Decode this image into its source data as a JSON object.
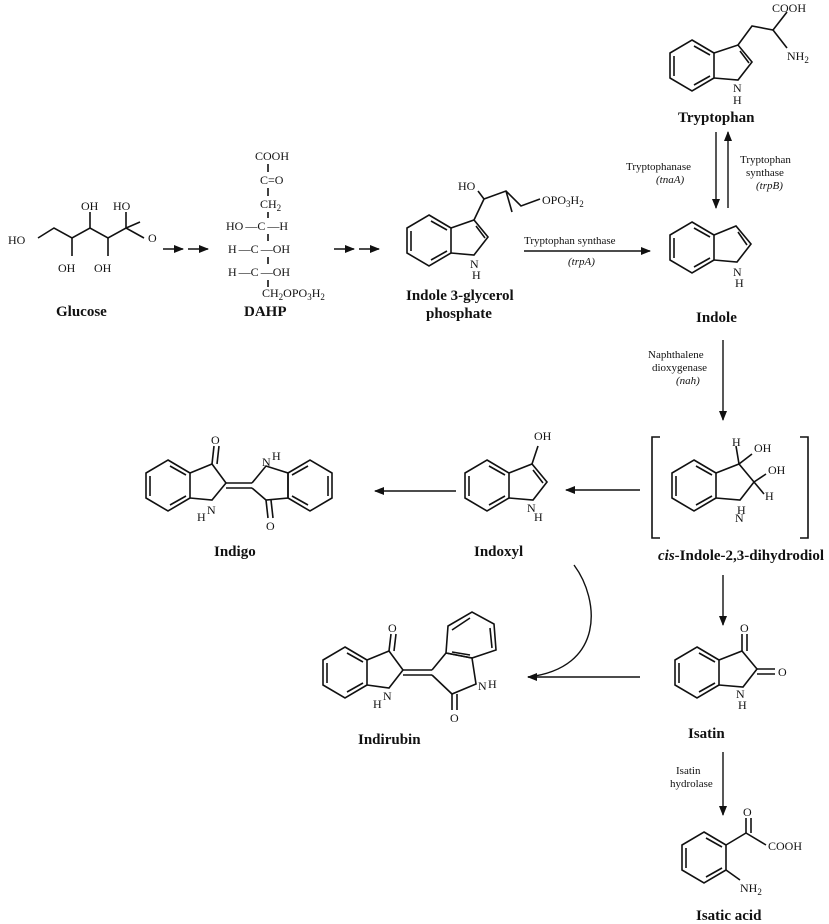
{
  "compounds": {
    "tryptophan": "Tryptophan",
    "glucose": "Glucose",
    "dahp": "DAHP",
    "igp_line1": "Indole 3-glycerol",
    "igp_line2": "phosphate",
    "indole": "Indole",
    "indigo": "Indigo",
    "indoxyl": "Indoxyl",
    "cis_italic": "cis",
    "cis_rest": "-Indole-2,3-dihydrodiol",
    "indirubin": "Indirubin",
    "isatin": "Isatin",
    "isatic_acid": "Isatic acid"
  },
  "enzymes": {
    "tryptophanase": "Tryptophanase",
    "tnaA": "(tnaA)",
    "trp_synthase_1": "Tryptophan",
    "trp_synthase_2": "synthase",
    "trpB": "(trpB)",
    "trp_synthase_main": "Tryptophan synthase",
    "trpA": "(trpA)",
    "naph_1": "Naphthalene",
    "naph_2": "dioxygenase",
    "nah": "(nah)",
    "isatin_hyd_1": "Isatin",
    "isatin_hyd_2": "hydrolase"
  },
  "atoms": {
    "cooh": "COOH",
    "nh2": "NH",
    "two": "2",
    "h": "H",
    "o": "O",
    "oh": "OH",
    "ho": "HO",
    "c_eq_o": "C=O",
    "ch2": "CH",
    "ch2opo3h2_a": "CH",
    "ch2opo3h2_b": "OPO",
    "ch2opo3h2_c": "3",
    "ch2opo3h2_d": "H",
    "opo3h2_a": "OPO",
    "ho_c_h": "HO",
    "c": "C",
    "h_c_oh": "H"
  }
}
